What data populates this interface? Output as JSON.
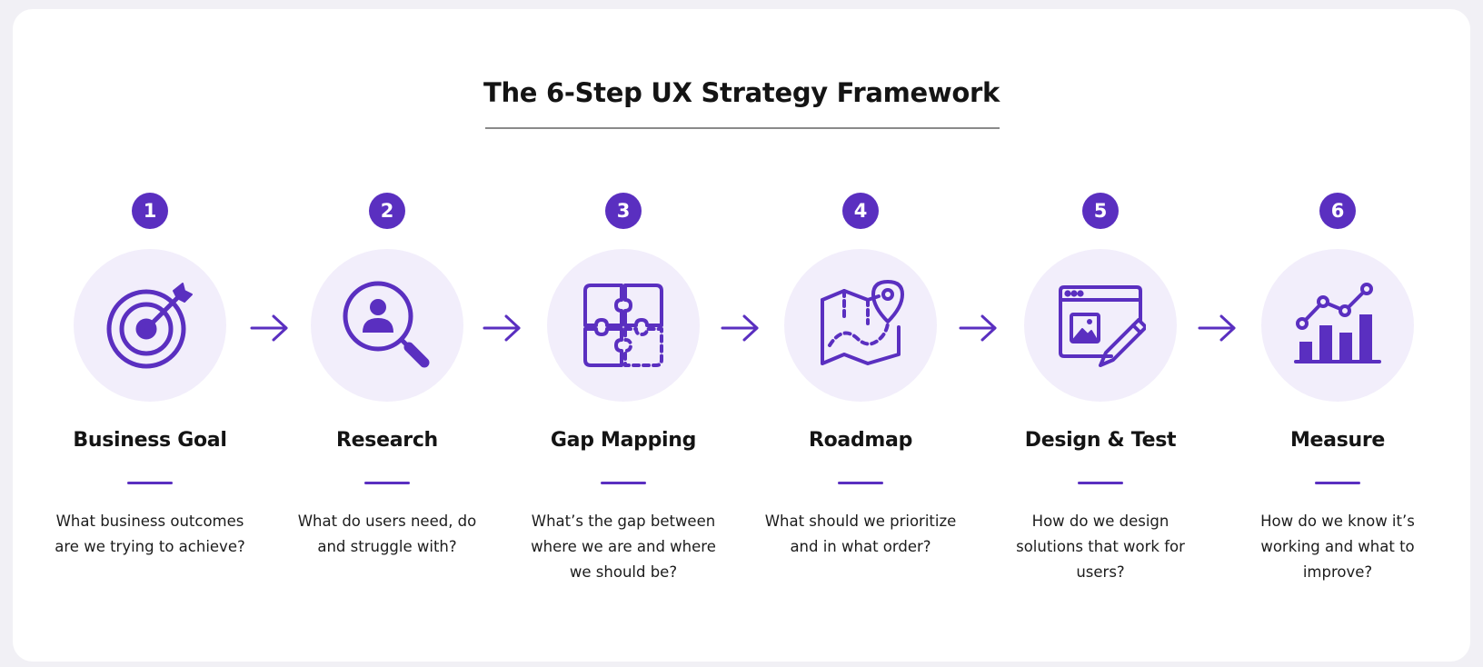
{
  "title": "The 6-Step UX Strategy Framework",
  "accent_color": "#5a2fc0",
  "steps": [
    {
      "number": "1",
      "icon": "target-icon",
      "title": "Business Goal",
      "description": "What business outcomes are we trying to achieve?"
    },
    {
      "number": "2",
      "icon": "user-search-icon",
      "title": "Research",
      "description": "What do users need, do and struggle with?"
    },
    {
      "number": "3",
      "icon": "puzzle-icon",
      "title": "Gap Mapping",
      "description": "What’s the gap between where we are and where we should be?"
    },
    {
      "number": "4",
      "icon": "map-pin-icon",
      "title": "Roadmap",
      "description": "What should we prioritize and in what order?"
    },
    {
      "number": "5",
      "icon": "design-window-pencil-icon",
      "title": "Design & Test",
      "description": "How do we design solutions that work for users?"
    },
    {
      "number": "6",
      "icon": "bar-line-chart-icon",
      "title": "Measure",
      "description": "How do we know it’s working and what to improve?"
    }
  ]
}
